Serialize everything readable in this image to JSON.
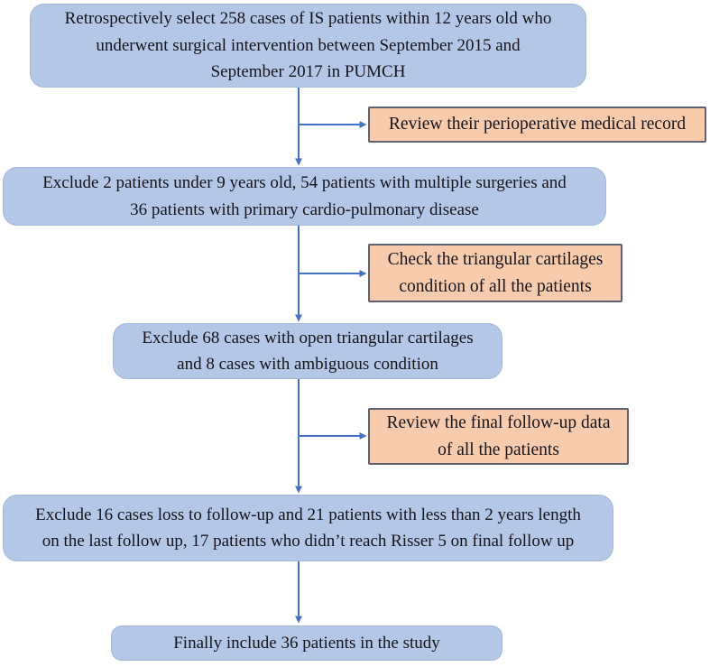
{
  "colors": {
    "process_fill": "#b4c7e7",
    "process_border": "#a3b8dd",
    "action_fill": "#f8cbad",
    "action_border": "#5c6270",
    "arrow": "#4472c4",
    "text": "#14141a"
  },
  "flowchart": {
    "process_boxes": [
      {
        "id": "select-cases",
        "lines": [
          "Retrospectively select 258 cases of IS patients within 12 years old who",
          "underwent surgical intervention between September 2015 and",
          "September 2017 in PUMCH"
        ]
      },
      {
        "id": "exclude-age-surgeries",
        "lines": [
          "Exclude 2 patients under 9 years old, 54 patients with multiple surgeries and",
          "36 patients with primary cardio-pulmonary disease"
        ]
      },
      {
        "id": "exclude-cartilages",
        "lines": [
          "Exclude 68 cases with open triangular cartilages",
          "and 8 cases with ambiguous condition"
        ]
      },
      {
        "id": "exclude-followup",
        "lines": [
          "Exclude 16 cases loss to follow-up and 21 patients with less than 2 years length",
          "on the last follow up, 17 patients who didn’t reach Risser 5 on final follow up"
        ]
      },
      {
        "id": "final-include",
        "lines": [
          "Finally include 36 patients in the study"
        ]
      }
    ],
    "action_boxes": [
      {
        "id": "review-medical-record",
        "lines": [
          "Review their perioperative medical record"
        ]
      },
      {
        "id": "check-cartilages",
        "lines": [
          "Check the triangular cartilages",
          "condition of all the patients"
        ]
      },
      {
        "id": "review-followup-data",
        "lines": [
          "Review the final follow-up data",
          "of all the patients"
        ]
      }
    ]
  }
}
